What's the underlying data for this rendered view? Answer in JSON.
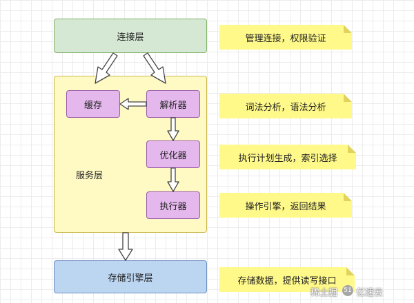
{
  "layers": {
    "connection": "连接层",
    "service": "服务层",
    "storage": "存储引擎层"
  },
  "modules": {
    "cache": "缓存",
    "parser": "解析器",
    "optimizer": "优化器",
    "executor": "执行器"
  },
  "notes": {
    "connection": "管理连接，权限验证",
    "parser": "词法分析，语法分析",
    "optimizer": "执行计划生成，索引选择",
    "executor": "操作引擎，返回结果",
    "storage": "存储数据，提供读写接口"
  },
  "watermark": {
    "left": "稀土掘",
    "logo": "51",
    "right": "亿速云"
  },
  "colors": {
    "connection_fill": "#d5e8d4",
    "service_fill": "#fff9c4",
    "module_fill": "#e4b8ec",
    "storage_fill": "#bcd6f2",
    "note_fill": "#fff98a"
  }
}
